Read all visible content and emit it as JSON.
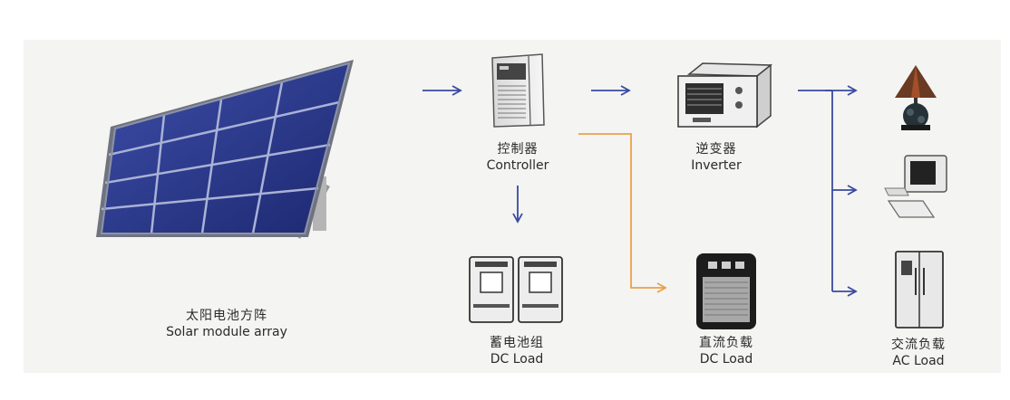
{
  "nodes": {
    "solar": {
      "zh": "太阳电池方阵",
      "en": "Solar module array"
    },
    "controller": {
      "zh": "控制器",
      "en": "Controller"
    },
    "inverter": {
      "zh": "逆变器",
      "en": "Inverter"
    },
    "battery": {
      "zh": "蓄电池组",
      "en": "DC Load"
    },
    "dc_load": {
      "zh": "直流负载",
      "en": "DC Load"
    },
    "ac_load": {
      "zh": "交流负载",
      "en": "AC Load"
    }
  },
  "colors": {
    "arrow_main": "#3a4aa0",
    "arrow_dc": "#e8a24a",
    "panel_cell": "#2c3a8f",
    "background": "#f4f4f2"
  },
  "icons": [
    "solar-panel-icon",
    "controller-icon",
    "inverter-icon",
    "battery-icon",
    "dc-load-icon",
    "lamp-icon",
    "computer-icon",
    "refrigerator-icon"
  ]
}
